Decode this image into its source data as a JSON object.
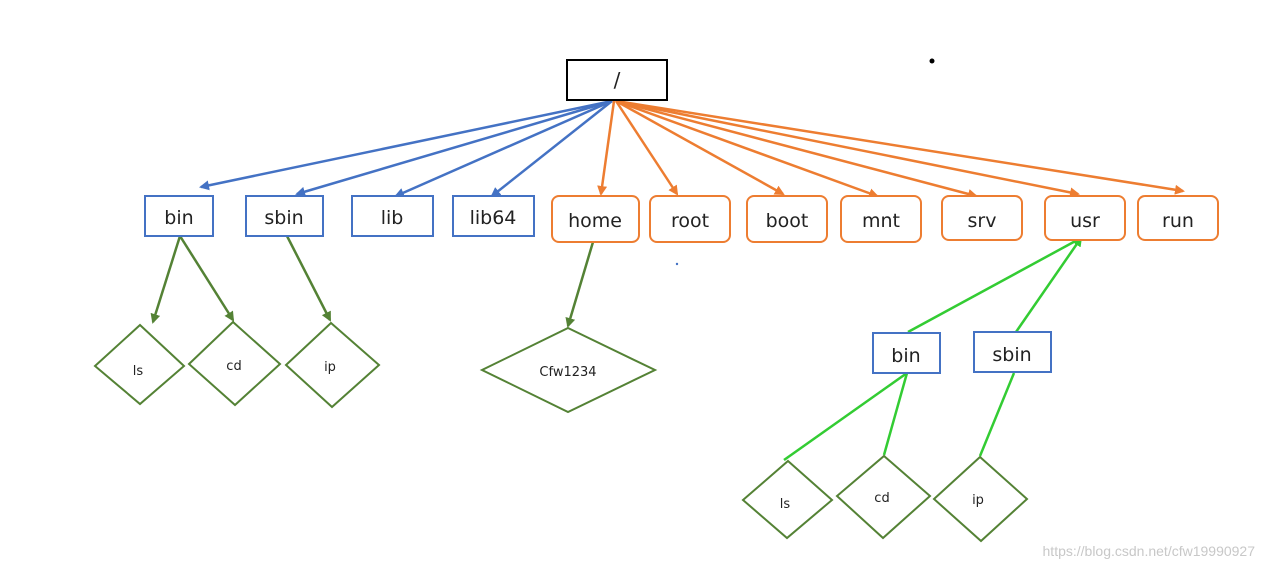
{
  "colors": {
    "blue": "#4472c4",
    "orange": "#ed7d31",
    "dark_green": "#548235",
    "bright_green": "#33cc33",
    "black": "#000000"
  },
  "tree": {
    "root": {
      "label": "/"
    },
    "top_dirs": [
      {
        "id": "bin",
        "label": "bin",
        "style": "blue"
      },
      {
        "id": "sbin",
        "label": "sbin",
        "style": "blue"
      },
      {
        "id": "lib",
        "label": "lib",
        "style": "blue"
      },
      {
        "id": "lib64",
        "label": "lib64",
        "style": "blue"
      },
      {
        "id": "home",
        "label": "home",
        "style": "orange"
      },
      {
        "id": "root",
        "label": "root",
        "style": "orange"
      },
      {
        "id": "boot",
        "label": "boot",
        "style": "orange"
      },
      {
        "id": "mnt",
        "label": "mnt",
        "style": "orange"
      },
      {
        "id": "srv",
        "label": "srv",
        "style": "orange"
      },
      {
        "id": "usr",
        "label": "usr",
        "style": "orange"
      },
      {
        "id": "run",
        "label": "run",
        "style": "orange"
      }
    ],
    "leaves": [
      {
        "id": "bin-ls",
        "label": "ls",
        "parent": "bin"
      },
      {
        "id": "bin-cd",
        "label": "cd",
        "parent": "bin"
      },
      {
        "id": "sbin-ip",
        "label": "ip",
        "parent": "sbin"
      },
      {
        "id": "home-user",
        "label": "Cfw1234",
        "parent": "home"
      }
    ],
    "usr_children": [
      {
        "id": "usr-bin",
        "label": "bin",
        "parent": "usr"
      },
      {
        "id": "usr-sbin",
        "label": "sbin",
        "parent": "usr"
      }
    ],
    "usr_leaves": [
      {
        "id": "usr-bin-ls",
        "label": "ls",
        "parent": "usr-bin"
      },
      {
        "id": "usr-bin-cd",
        "label": "cd",
        "parent": "usr-bin"
      },
      {
        "id": "usr-sbin-ip",
        "label": "ip",
        "parent": "usr-sbin"
      }
    ]
  },
  "watermark": "https://blog.csdn.net/cfw19990927"
}
